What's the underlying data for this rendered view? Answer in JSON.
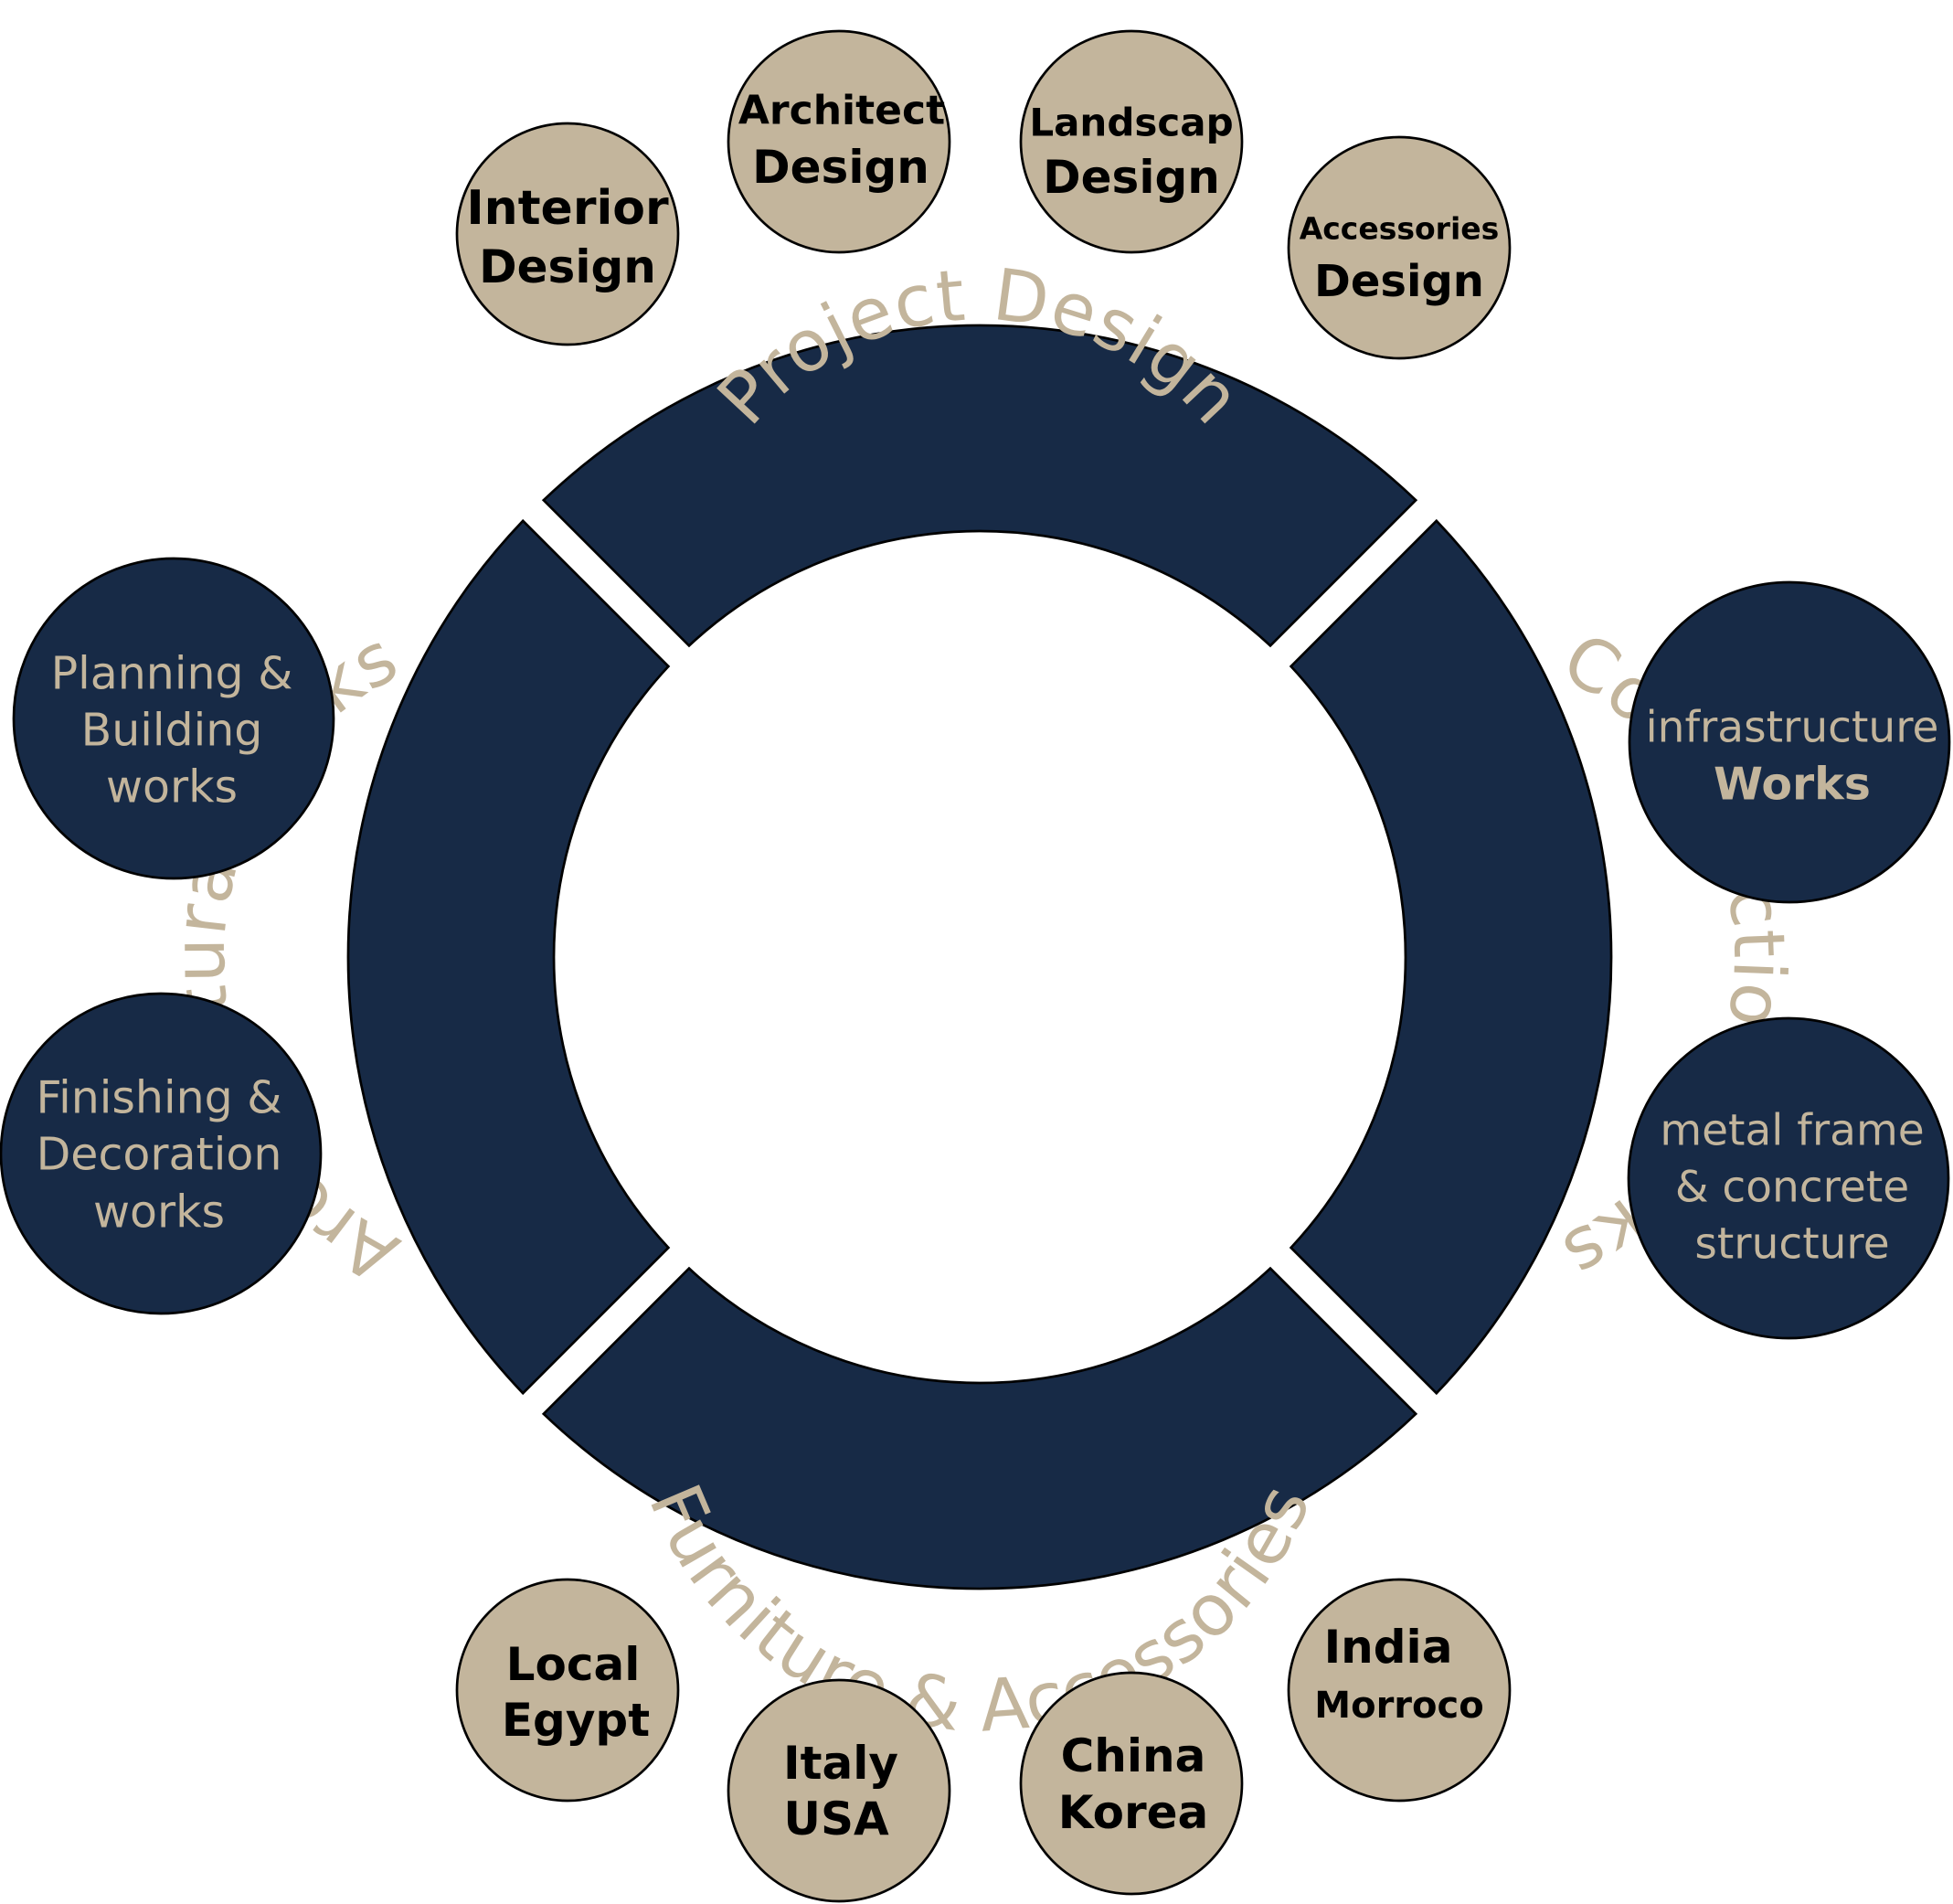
{
  "colors": {
    "navy": "#172a46",
    "tan": "#c3b59c",
    "label_light": "#c3b59c",
    "label_dark": "#000000"
  },
  "ring": {
    "segments": [
      {
        "id": "top",
        "label": "Project Design"
      },
      {
        "id": "right",
        "label": "Construction works"
      },
      {
        "id": "bottom",
        "label": "Furniture & Accessories"
      },
      {
        "id": "left",
        "label": "Architectural works"
      }
    ]
  },
  "bubbles": {
    "design": [
      {
        "lines": [
          "Interior",
          "Design"
        ]
      },
      {
        "lines": [
          "Architect",
          "Design"
        ]
      },
      {
        "lines": [
          "Landscap",
          "Design"
        ]
      },
      {
        "lines": [
          "Accessories",
          "Design"
        ]
      }
    ],
    "architectural": [
      {
        "lines": [
          "Planning &",
          "Building",
          "works"
        ]
      },
      {
        "lines": [
          "Finishing &",
          "Decoration",
          "works"
        ]
      }
    ],
    "construction": [
      {
        "lines": [
          "infrastructure",
          "Works"
        ]
      },
      {
        "lines": [
          "metal frame",
          "& concrete",
          "structure"
        ]
      }
    ],
    "sourcing": [
      {
        "lines": [
          "Local",
          "Egypt"
        ]
      },
      {
        "lines": [
          "Italy",
          "USA"
        ]
      },
      {
        "lines": [
          "China",
          "Korea"
        ]
      },
      {
        "lines": [
          "India",
          "Morroco"
        ]
      }
    ]
  }
}
